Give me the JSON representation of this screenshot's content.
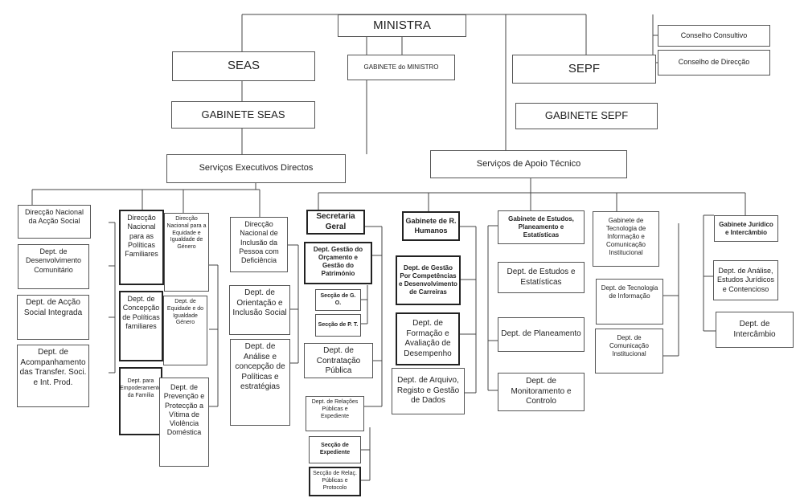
{
  "top": {
    "ministra": "MINISTRA",
    "gabinete_ministro": "GABINETE do MINISTRO",
    "conselho_consultivo": "Conselho Consultivo",
    "conselho_direccao": "Conselho de Direcção",
    "seas": "SEAS",
    "gabinete_seas": "GABINETE SEAS",
    "sepf": "SEPF",
    "gabinete_sepf": "GABINETE SEPF",
    "servicos_executivos": "Serviços Executivos Directos",
    "servicos_apoio": "Serviços de Apoio Técnico"
  },
  "exec": {
    "col1": [
      "Direcção Nacional da Acção Social",
      "Dept. de Desenvolvimento Comunitário",
      "Dept. de Acção Social Integrada",
      "Dept. de Acompanhamento das Transfer. Soci. e Int. Prod."
    ],
    "col2": [
      "Direcção Nacional para as Políticas Familiares",
      "Dept. de Concepção de Políticas familiares",
      "Dept. para Empoderamento da Família"
    ],
    "col3": [
      "Direcção Nacional para a Equidade e Igualdade de Género",
      "Dept. de Equidade e do Igualdade Género",
      "Dept. de Prevenção e Protecção a Vítima de Violência Doméstica"
    ],
    "col4": [
      "Direcção Nacional de Inclusão da Pessoa com Deficiência",
      "Dept. de Orientação e Inclusão Social",
      "Dept. de Análise e concepção de Políticas e estratégias"
    ]
  },
  "apoio": {
    "secretaria": [
      "Secretaria Geral",
      "Dept. Gestão do Orçamento e Gestão do Património",
      "Secção de G. O.",
      "Secção de P. T.",
      "Dept. de Contratação Pública",
      "Dept. de Relações Públicas e Expediente",
      "Secção de Expediente",
      "Secção de Relaç. Públicas e Protocolo"
    ],
    "rh": [
      "Gabinete de R. Humanos",
      "Dept. de Gestão Por Competências e Desenvolvimento de Carreiras",
      "Dept. de Formação e Avaliação de Desempenho",
      "Dept. de Arquivo, Registo e Gestão de Dados"
    ],
    "estudos": [
      "Gabinete de Estudos, Planeamento e Estatísticas",
      "Dept. de Estudos e Estatísticas",
      "Dept. de Planeamento",
      "Dept. de Monitoramento e Controlo"
    ],
    "tic": [
      "Gabinete de Tecnologia de Informação e Comunicação Institucional",
      "Dept. de Tecnologia de Informação",
      "Dept. de Comunicação Institucional"
    ],
    "juridico": [
      "Gabinete Jurídico e Intercâmbio",
      "Dept. de Análise, Estudos Jurídicos e Contencioso",
      "Dept. de Intercâmbio"
    ]
  }
}
